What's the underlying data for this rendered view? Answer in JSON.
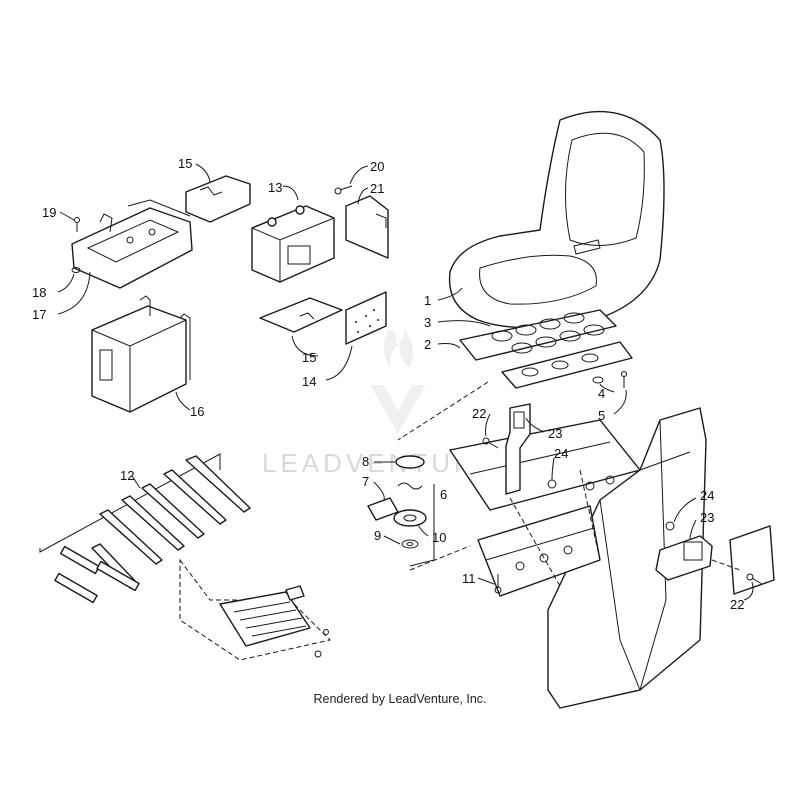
{
  "credit": "Rendered by LeadVenture, Inc.",
  "watermark": "LEADVENTURE",
  "callouts": {
    "c1": "1",
    "c2": "2",
    "c3": "3",
    "c4": "4",
    "c5": "5",
    "c6": "6",
    "c7": "7",
    "c8": "8",
    "c9": "9",
    "c10": "10",
    "c11": "11",
    "c12": "12",
    "c13": "13",
    "c14": "14",
    "c15a": "15",
    "c15b": "15",
    "c16": "16",
    "c17": "17",
    "c18": "18",
    "c19": "19",
    "c20": "20",
    "c21": "21",
    "c22a": "22",
    "c22b": "22",
    "c23a": "23",
    "c23b": "23",
    "c24a": "24",
    "c24b": "24"
  }
}
